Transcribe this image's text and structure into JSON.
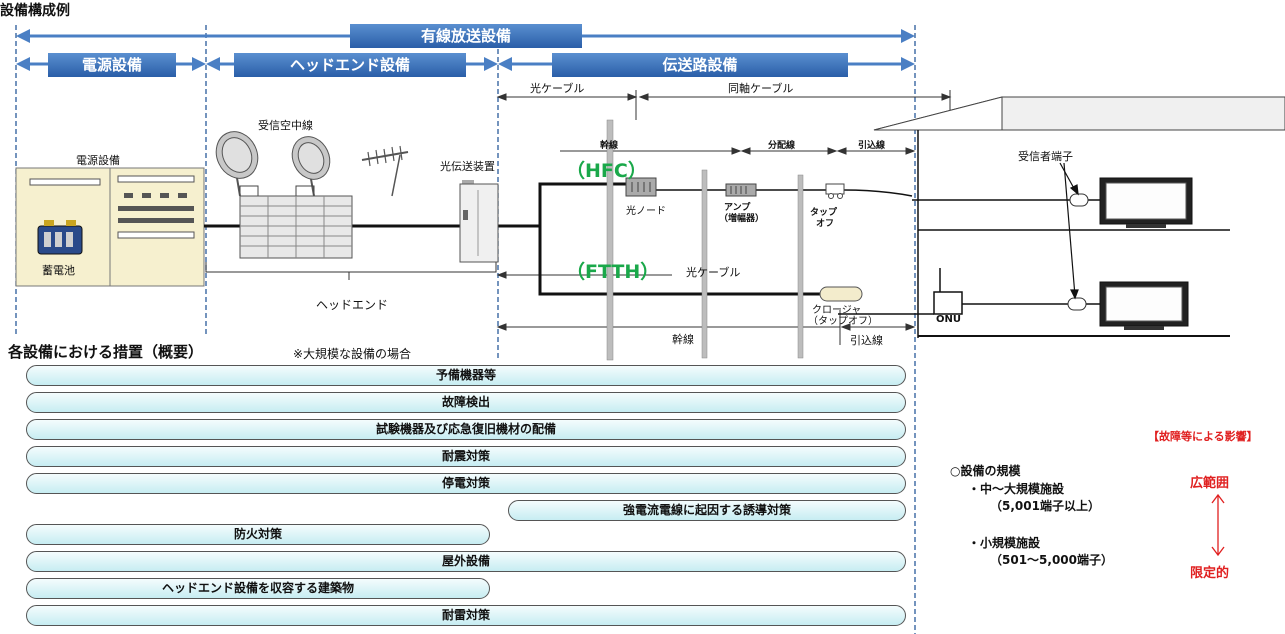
{
  "page_title": "設備構成例",
  "bars": {
    "overall": "有線放送設備",
    "power": "電源設備",
    "headend": "ヘッドエンド設備",
    "transmission": "伝送路設備"
  },
  "diagram": {
    "optical_cable_top": "光ケーブル",
    "coax_cable": "同軸ケーブル",
    "trunk": "幹線",
    "distribution": "分配線",
    "drop": "引込線",
    "receiving_antenna": "受信空中線",
    "power_equipment": "電源設備",
    "battery": "蓄電池",
    "optical_transmitter": "光伝送装置",
    "headend": "ヘッドエンド",
    "hfc": "（HFC）",
    "ftth": "（FTTH）",
    "optical_node": "光ノード",
    "amp": "アンプ",
    "amp_sub": "（増幅器）",
    "tap_off_1": "タップ",
    "tap_off_2": "オフ",
    "optical_cable_ftth": "光ケーブル",
    "closure_1": "クロージャ",
    "closure_2": "（タップオフ）",
    "trunk_bottom": "幹線",
    "drop_bottom": "引込線",
    "receiver_terminal": "受信者端子",
    "onu": "ONU"
  },
  "measures_heading": "各設備における措置（概要）",
  "measures_note": "※大規模な設備の場合",
  "measures": [
    "予備機器等",
    "故障検出",
    "試験機器及び応急復旧機材の配備",
    "耐震対策",
    "停電対策",
    "強電流電線に起因する誘導対策",
    "防火対策",
    "屋外設備",
    "ヘッドエンド設備を収容する建築物",
    "耐雷対策"
  ],
  "impact_heading": "【故障等による影響】",
  "scale": {
    "heading": "○設備の規模",
    "large": "・中～大規模施設",
    "large_detail": "（5,001端子以上）",
    "small": "・小規模施設",
    "small_detail": "（501～5,000端子）"
  },
  "impact": {
    "wide": "広範囲",
    "limited": "限定的"
  }
}
